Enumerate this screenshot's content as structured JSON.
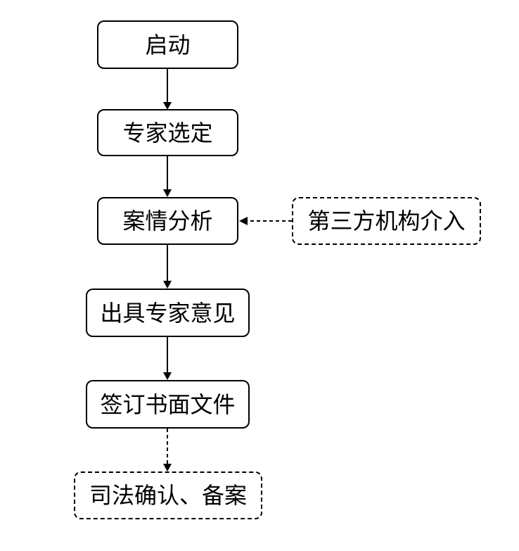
{
  "nodes": {
    "start": "启动",
    "expert_selection": "专家选定",
    "case_analysis": "案情分析",
    "third_party": "第三方机构介入",
    "expert_opinion": "出具专家意见",
    "sign_documents": "签订书面文件",
    "judicial_confirmation": "司法确认、备案"
  }
}
